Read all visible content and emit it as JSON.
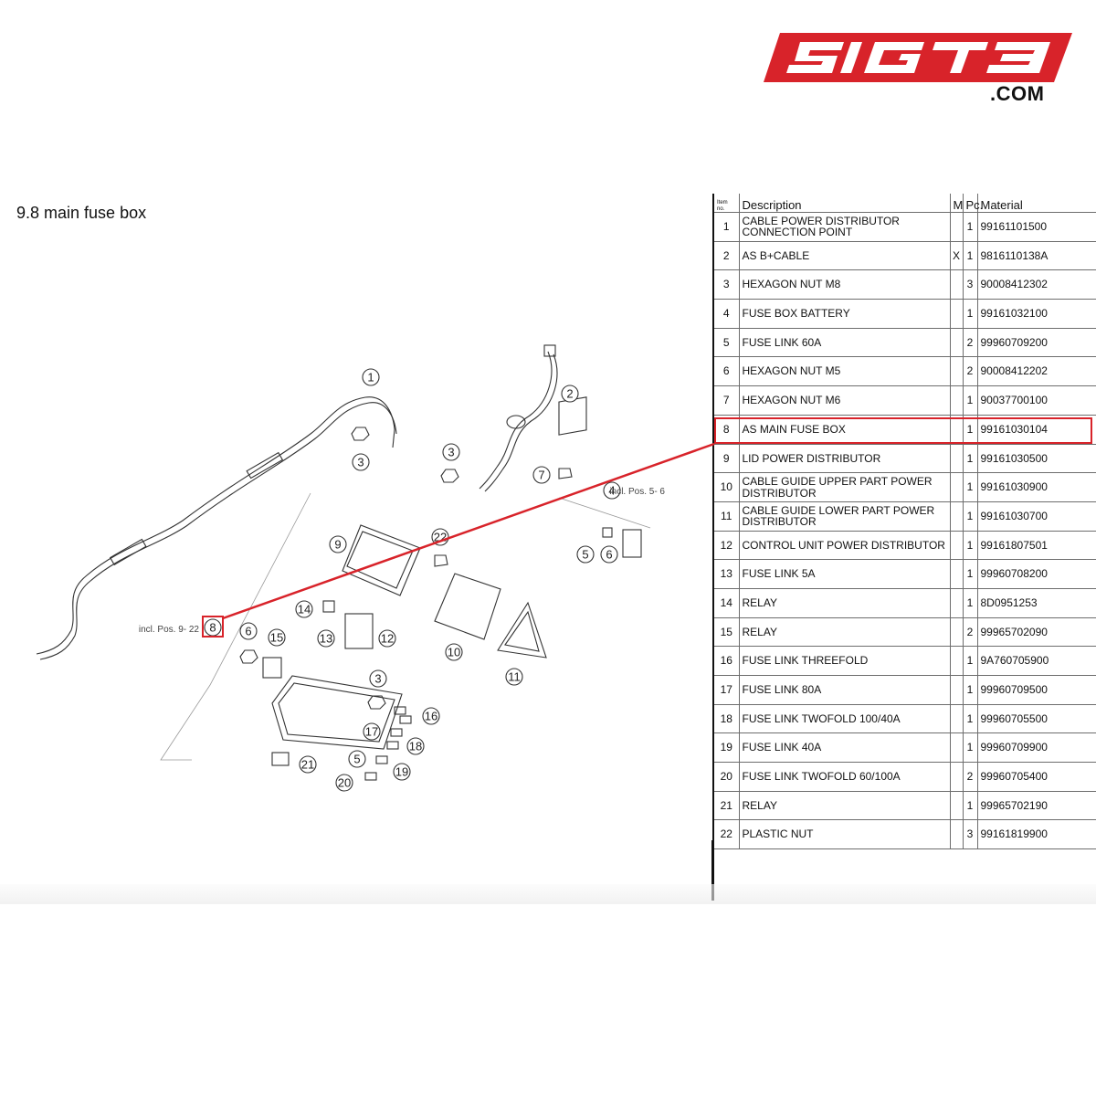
{
  "brand": {
    "logo_text": "SIGT3",
    "domain": ".COM",
    "accent": "#d8232a"
  },
  "section": {
    "title": "9.8  main fuse box"
  },
  "diagram": {
    "callouts": [
      "1",
      "2",
      "3",
      "3",
      "3",
      "4",
      "5",
      "5",
      "6",
      "6",
      "7",
      "8",
      "9",
      "10",
      "11",
      "12",
      "13",
      "14",
      "15",
      "16",
      "17",
      "18",
      "19",
      "20",
      "21",
      "22"
    ],
    "notes": {
      "incl_5_6": "incl. Pos. 5- 6",
      "incl_9_22": "incl. Pos. 9- 22"
    },
    "highlighted_callout": "8"
  },
  "table": {
    "headers": {
      "item": "Item no.",
      "description": "Description",
      "m": "M",
      "pc": "Pc.",
      "material": "Material"
    },
    "rows": [
      {
        "no": "1",
        "desc": "CABLE POWER DISTRIBUTOR CONNECTION POINT",
        "m": "",
        "pc": "1",
        "mat": "99161101500"
      },
      {
        "no": "2",
        "desc": "AS B+CABLE",
        "m": "X",
        "pc": "1",
        "mat": "9816110138A"
      },
      {
        "no": "3",
        "desc": "HEXAGON NUT M8",
        "m": "",
        "pc": "3",
        "mat": "90008412302"
      },
      {
        "no": "4",
        "desc": "FUSE BOX BATTERY",
        "m": "",
        "pc": "1",
        "mat": "99161032100"
      },
      {
        "no": "5",
        "desc": "FUSE LINK 60A",
        "m": "",
        "pc": "2",
        "mat": "99960709200"
      },
      {
        "no": "6",
        "desc": "HEXAGON NUT M5",
        "m": "",
        "pc": "2",
        "mat": "90008412202"
      },
      {
        "no": "7",
        "desc": "HEXAGON NUT M6",
        "m": "",
        "pc": "1",
        "mat": "90037700100"
      },
      {
        "no": "8",
        "desc": "AS MAIN FUSE BOX",
        "m": "",
        "pc": "1",
        "mat": "99161030104"
      },
      {
        "no": "9",
        "desc": "LID POWER DISTRIBUTOR",
        "m": "",
        "pc": "1",
        "mat": "99161030500"
      },
      {
        "no": "10",
        "desc": "CABLE GUIDE UPPER PART POWER DISTRIBUTOR",
        "m": "",
        "pc": "1",
        "mat": "99161030900"
      },
      {
        "no": "11",
        "desc": "CABLE GUIDE LOWER PART POWER DISTRIBUTOR",
        "m": "",
        "pc": "1",
        "mat": "99161030700"
      },
      {
        "no": "12",
        "desc": "CONTROL UNIT POWER DISTRIBUTOR",
        "m": "",
        "pc": "1",
        "mat": "99161807501"
      },
      {
        "no": "13",
        "desc": "FUSE LINK 5A",
        "m": "",
        "pc": "1",
        "mat": "99960708200"
      },
      {
        "no": "14",
        "desc": "RELAY",
        "m": "",
        "pc": "1",
        "mat": "8D0951253"
      },
      {
        "no": "15",
        "desc": "RELAY",
        "m": "",
        "pc": "2",
        "mat": "99965702090"
      },
      {
        "no": "16",
        "desc": "FUSE LINK THREEFOLD",
        "m": "",
        "pc": "1",
        "mat": "9A760705900"
      },
      {
        "no": "17",
        "desc": "FUSE LINK 80A",
        "m": "",
        "pc": "1",
        "mat": "99960709500"
      },
      {
        "no": "18",
        "desc": "FUSE LINK TWOFOLD 100/40A",
        "m": "",
        "pc": "1",
        "mat": "99960705500"
      },
      {
        "no": "19",
        "desc": "FUSE LINK 40A",
        "m": "",
        "pc": "1",
        "mat": "99960709900"
      },
      {
        "no": "20",
        "desc": "FUSE LINK TWOFOLD 60/100A",
        "m": "",
        "pc": "2",
        "mat": "99960705400"
      },
      {
        "no": "21",
        "desc": "RELAY",
        "m": "",
        "pc": "1",
        "mat": "99965702190"
      },
      {
        "no": "22",
        "desc": "PLASTIC NUT",
        "m": "",
        "pc": "3",
        "mat": "99161819900"
      }
    ],
    "highlighted_row": "8"
  }
}
